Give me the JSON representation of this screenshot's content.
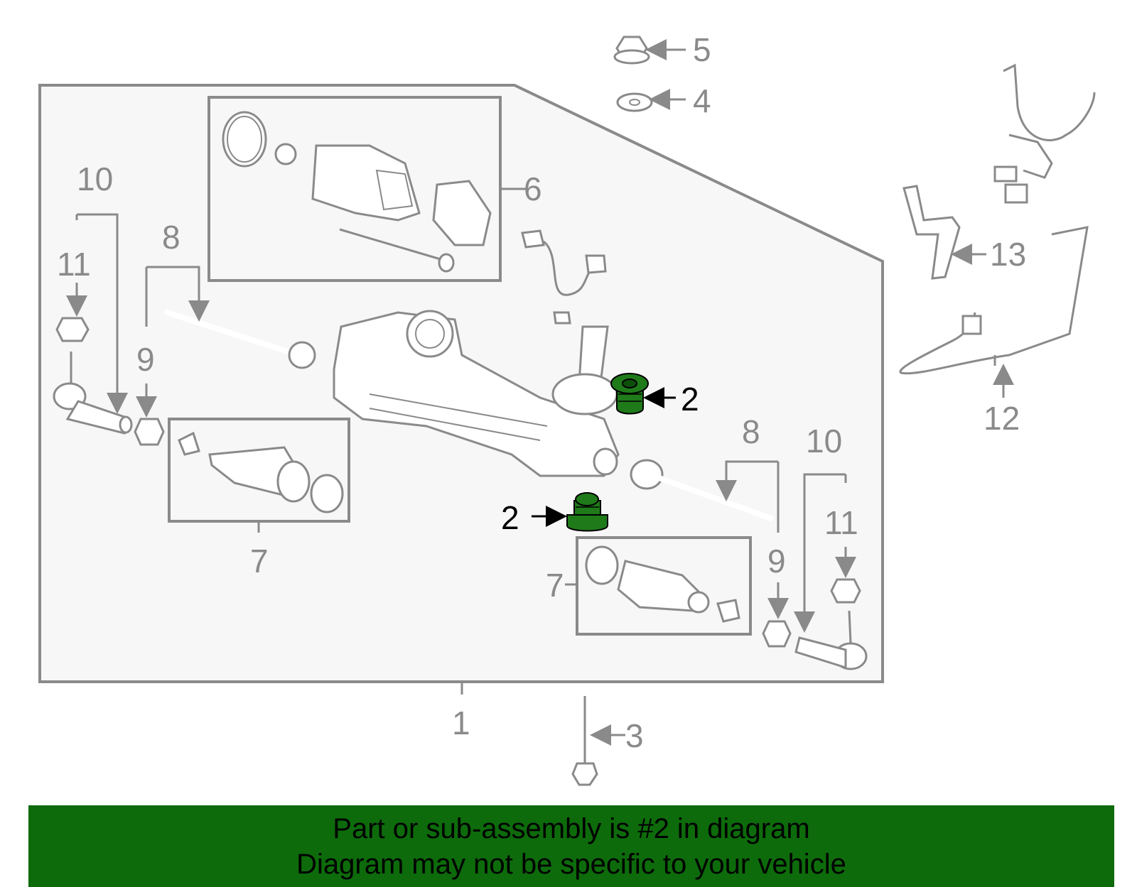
{
  "diagram": {
    "highlight_color": "#1f7a1a",
    "callouts": {
      "c1": "1",
      "c2a": "2",
      "c2b": "2",
      "c3": "3",
      "c4": "4",
      "c5": "5",
      "c6": "6",
      "c7a": "7",
      "c7b": "7",
      "c8a": "8",
      "c8b": "8",
      "c9a": "9",
      "c9b": "9",
      "c10a": "10",
      "c10b": "10",
      "c11a": "11",
      "c11b": "11",
      "c12": "12",
      "c13": "13"
    }
  },
  "banner": {
    "line1": "Part or sub-assembly is #2 in diagram",
    "line2": "Diagram may not be specific to your vehicle",
    "background": "#0d6b0b"
  }
}
